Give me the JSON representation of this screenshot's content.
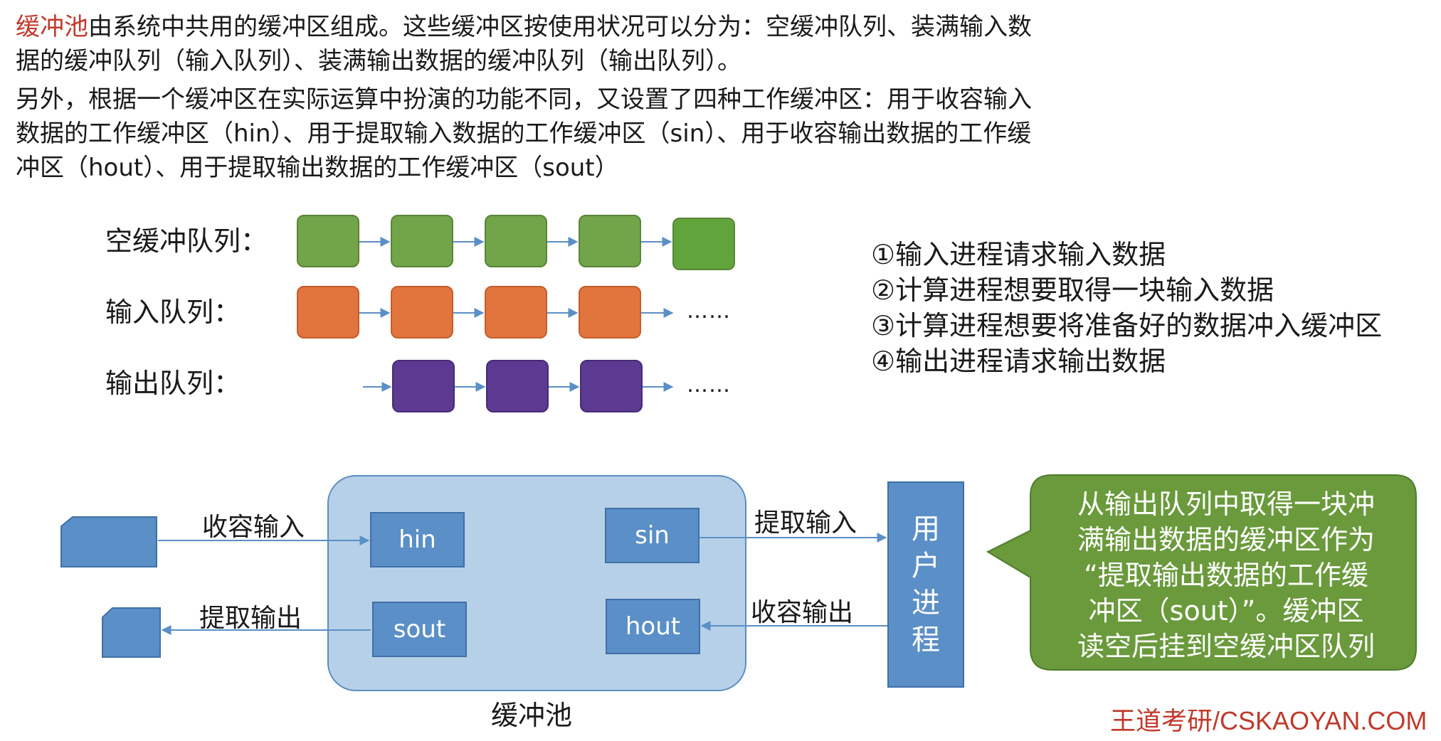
{
  "intro": {
    "term": "缓冲池",
    "line1_rest": "由系统中共用的缓冲区组成。这些缓冲区按使用状况可以分为：空缓冲队列、装满输入数",
    "line2": "据的缓冲队列（输入队列）、装满输出数据的缓冲队列（输出队列）。",
    "line3": "另外，根据一个缓冲区在实际运算中扮演的功能不同，又设置了四种工作缓冲区：用于收容输入",
    "line4": "数据的工作缓冲区（hin）、用于提取输入数据的工作缓冲区（sin）、用于收容输出数据的工作缓",
    "line5": "冲区（hout）、用于提取输出数据的工作缓冲区（sout）"
  },
  "queues": {
    "empty_label": "空缓冲队列：",
    "input_label": "输入队列：",
    "output_label": "输出队列：",
    "input_more": "……",
    "output_more": "……",
    "colors": {
      "empty": "#72a44a",
      "input": "#e2743e",
      "output": "#5c3a92"
    }
  },
  "steps": [
    "①输入进程请求输入数据",
    "②计算进程想要取得一块输入数据",
    "③计算进程想要将准备好的数据冲入缓冲区",
    "④输出进程请求输出数据"
  ],
  "pool": {
    "label": "缓冲池",
    "hin": "hin",
    "sin": "sin",
    "sout": "sout",
    "hout": "hout"
  },
  "flows": {
    "collect_input": "收容输入",
    "extract_input": "提取输入",
    "extract_output": "提取输出",
    "collect_output": "收容输出"
  },
  "user_process": [
    "用",
    "户",
    "进",
    "程"
  ],
  "callout": [
    "从输出队列中取得一块冲",
    "满输出数据的缓冲区作为",
    "“提取输出数据的工作缓",
    "冲区（sout）”。缓冲区",
    "读空后挂到空缓冲区队列"
  ],
  "brand": "王道考研/CSKAOYAN.COM"
}
